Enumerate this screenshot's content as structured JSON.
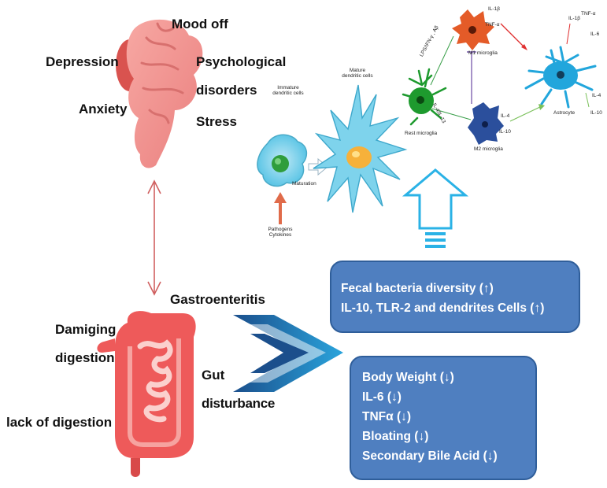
{
  "brain_labels": {
    "mood_off": "Mood off",
    "depression": "Depression",
    "psychological_disorders_line1": "Psychological",
    "psychological_disorders_line2": "disorders",
    "anxiety": "Anxiety",
    "stress": "Stress"
  },
  "gut_labels": {
    "gastroenteritis": "Gastroenteritis",
    "damaging_digestion_line1": "Damiging",
    "damaging_digestion_line2": "digestion",
    "gut_disturbance_line1": "Gut",
    "gut_disturbance_line2": "disturbance",
    "lack_of_digestion": "lack of digestion"
  },
  "dendritic": {
    "immature_line1": "Immature",
    "immature_line2": "dendritic cells",
    "mature_line1": "Mature",
    "mature_line2": "dendritic cells",
    "maturation": "Maturation",
    "pathogens": "Pathogens",
    "cytokines": "Cytokines"
  },
  "microglia": {
    "lps_label": "LPS/IFN-γ , Aβ",
    "il4_il13_label": "IL-4/IL-13",
    "rest_microglia": "Rest microglia",
    "m1_microglia": "M1 microglia",
    "m2_microglia": "M2 microglia",
    "astrocyte": "Astrocyte",
    "m1_il1b": "IL-1β",
    "m1_tnfa": "TNF-α",
    "m2_il4": "IL-4",
    "m2_il10": "IL-10",
    "astro_il1b": "IL-1β",
    "astro_tnfa": "TNF-α",
    "astro_il6": "IL-6",
    "astro_il4": "IL-4",
    "astro_il10": "IL-10"
  },
  "increase_box": {
    "lines": [
      "Fecal bacteria diversity (↑)",
      "IL-10, TLR-2 and dendrites Cells (↑)"
    ]
  },
  "decrease_box": {
    "lines": [
      "Body Weight (↓)",
      "IL-6 (↓)",
      "TNFα (↓)",
      "Bloating (↓)",
      "Secondary Bile Acid (↓)"
    ]
  },
  "colors": {
    "brain": "#f08c8c",
    "gut": "#ee5a5a",
    "box_fill": "#4f7fc0",
    "chevron": "#1f8fd0",
    "link_arrow": "#d06060"
  }
}
